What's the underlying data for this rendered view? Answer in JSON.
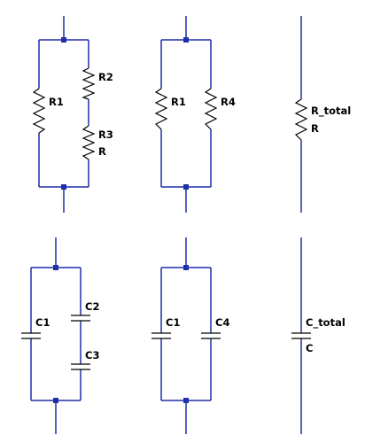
{
  "colors": {
    "wire": "#1f2fa8",
    "component": "#000000",
    "background": "#ffffff"
  },
  "labels": {
    "r1_a": "R1",
    "r2": "R2",
    "r3": "R3",
    "r_a": "R",
    "r1_b": "R1",
    "r4": "R4",
    "r_total": "R_total",
    "r_b": "R",
    "c1_a": "C1",
    "c2": "C2",
    "c3": "C3",
    "c1_b": "C1",
    "c4": "C4",
    "c_total": "C_total",
    "c_b": "C"
  }
}
